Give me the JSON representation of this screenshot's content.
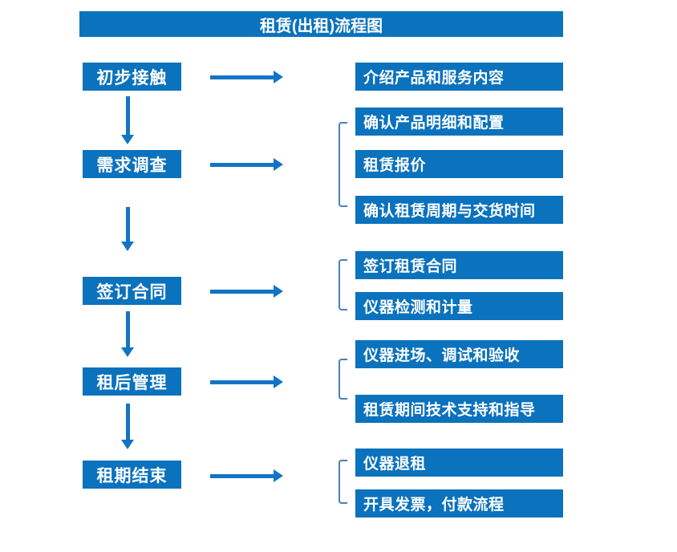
{
  "title": "租赁(出租)流程图",
  "colors": {
    "box_fill": "#0b72bd",
    "arrow": "#1274c5",
    "bracket": "#4a7ebb",
    "text": "#ffffff",
    "background": "#ffffff"
  },
  "stages": [
    {
      "label": "初步接触",
      "outputs": [
        "介绍产品和服务内容"
      ]
    },
    {
      "label": "需求调查",
      "outputs": [
        "确认产品明细和配置",
        "租赁报价",
        "确认租赁周期与交货时间"
      ]
    },
    {
      "label": "签订合同",
      "outputs": [
        "签订租赁合同",
        "仪器检测和计量"
      ]
    },
    {
      "label": "租后管理",
      "outputs": [
        "仪器进场、调试和验收",
        "租赁期间技术支持和指导"
      ]
    },
    {
      "label": "租期结束",
      "outputs": [
        "仪器退租",
        "开具发票，付款流程"
      ]
    }
  ]
}
